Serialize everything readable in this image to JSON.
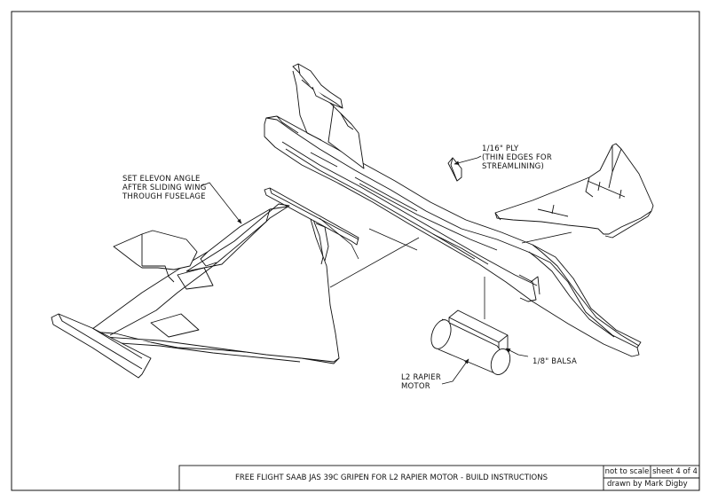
{
  "title_block": {
    "title": "FREE FLIGHT SAAB JAS 39C GRIPEN FOR L2 RAPIER MOTOR - BUILD INSTRUCTIONS",
    "scale_note": "not to scale",
    "sheet": "sheet 4 of 4",
    "author": "drawn by Mark Digby"
  },
  "callouts": {
    "elevon": "SET ELEVON ANGLE\nAFTER SLIDING WING\nTHROUGH FUSELAGE",
    "ply": "1/16\" PLY\n(THIN EDGES FOR\nSTREAMLINING)",
    "balsa": "1/8\" BALSA",
    "motor": "L2 RAPIER\nMOTOR"
  }
}
